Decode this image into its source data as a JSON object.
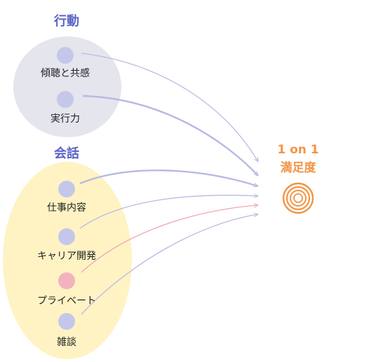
{
  "colors": {
    "title_blue": "#5b63c8",
    "target_orange": "#f29545",
    "group_action_fill": "#e5e5ee",
    "group_talk_fill": "#fff3c4",
    "node_blue": "#c5c7ea",
    "node_pink": "#f3b2bf",
    "arrow_blue": "#b7bae2",
    "arrow_pink": "#eba7b5"
  },
  "groups": {
    "action": {
      "title": "行動",
      "items": [
        {
          "label": "傾聴と共感",
          "node": "blue",
          "arrow": "blue",
          "arrow_weight": "normal"
        },
        {
          "label": "実行力",
          "node": "blue",
          "arrow": "blue",
          "arrow_weight": "bold"
        }
      ]
    },
    "talk": {
      "title": "会話",
      "items": [
        {
          "label": "仕事内容",
          "node": "blue",
          "arrow": "blue",
          "arrow_weight": "bold"
        },
        {
          "label": "キャリア開発",
          "node": "blue",
          "arrow": "blue",
          "arrow_weight": "normal"
        },
        {
          "label": "プライベート",
          "node": "pink",
          "arrow": "pink",
          "arrow_weight": "normal"
        },
        {
          "label": "雑談",
          "node": "blue",
          "arrow": "blue",
          "arrow_weight": "normal"
        }
      ]
    }
  },
  "target": {
    "line1": "1 on 1",
    "line2": "満足度",
    "icon": "concentric-rings-icon"
  }
}
